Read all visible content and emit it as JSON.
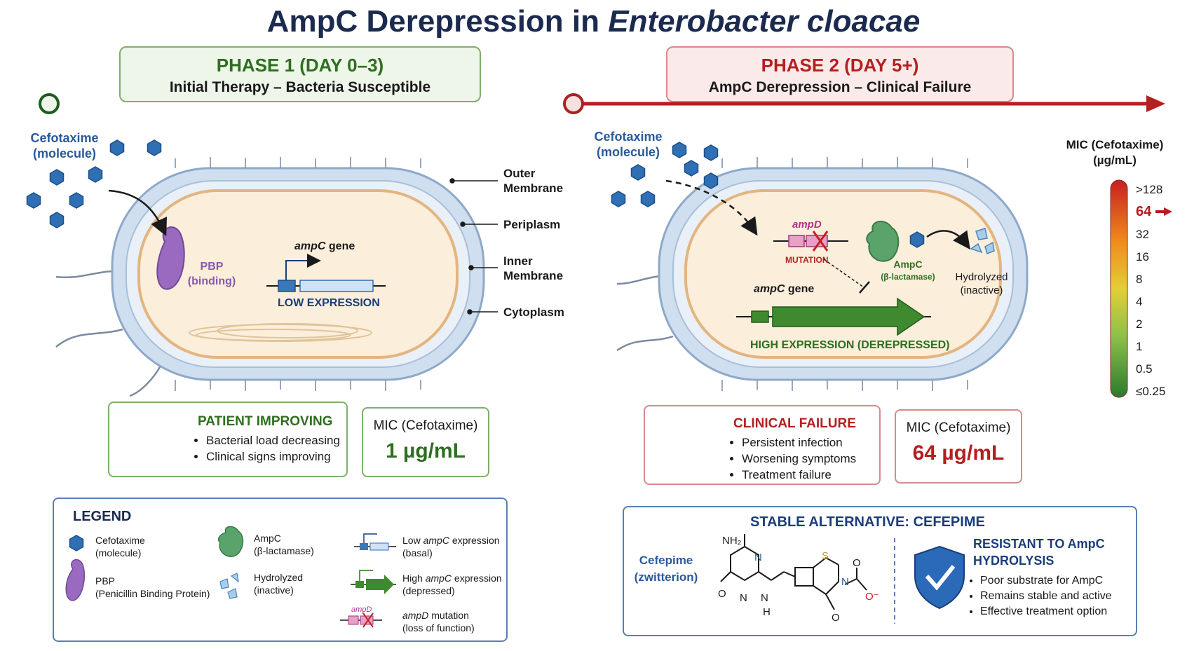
{
  "title": {
    "prefix": "AmpC Derepression in ",
    "organism": "Enterobacter cloacae"
  },
  "phase1": {
    "heading": "PHASE 1 (DAY 0–3)",
    "subtitle": "Initial Therapy – Bacteria Susceptible"
  },
  "phase2": {
    "heading": "PHASE 2 (DAY 5+)",
    "subtitle": "AmpC Derepression – Clinical Failure"
  },
  "left_cell": {
    "drug_label_1": "Cefotaxime",
    "drug_label_2": "(molecule)",
    "pbp_1": "PBP",
    "pbp_2": "(binding)",
    "gene_italic": "ampC",
    "gene_rest": " gene",
    "expression": "LOW EXPRESSION",
    "layers": [
      "Outer",
      "Membrane",
      "Periplasm",
      "Inner",
      "Membrane",
      "Cytoplasm"
    ]
  },
  "right_cell": {
    "drug_label_1": "Cefotaxime",
    "drug_label_2": "(molecule)",
    "ampd": "ampD",
    "mutation": "MUTATION",
    "ampc_1": "AmpC",
    "ampc_2": "(β-lactamase)",
    "hydro_1": "Hydrolyzed",
    "hydro_2": "(inactive)",
    "gene_italic": "ampC",
    "gene_rest": " gene",
    "expression": "HIGH EXPRESSION (DEREPRESSED)"
  },
  "patient_improving": {
    "title": "PATIENT IMPROVING",
    "bullets": [
      "Bacterial load decreasing",
      "Clinical signs improving"
    ]
  },
  "mic_left": {
    "label": "MIC (Cefotaxime)",
    "value": "1 µg/mL"
  },
  "clinical_failure": {
    "title": "CLINICAL FAILURE",
    "bullets": [
      "Persistent infection",
      "Worsening symptoms",
      "Treatment failure"
    ]
  },
  "mic_right": {
    "label": "MIC (Cefotaxime)",
    "value": "64 µg/mL"
  },
  "mic_scale": {
    "title_1": "MIC (Cefotaxime)",
    "title_2": "(µg/mL)",
    "ticks": [
      ">128",
      "64",
      "32",
      "16",
      "8",
      "4",
      "2",
      "1",
      "0.5",
      "≤0.25"
    ],
    "highlight": "64",
    "colors": {
      "top": "#c62020",
      "mid_high": "#f08a1c",
      "mid": "#e3cf35",
      "mid_low": "#8cc04a",
      "bottom": "#2b7a2b"
    }
  },
  "legend": {
    "title": "LEGEND",
    "cefotaxime_1": "Cefotaxime",
    "cefotaxime_2": "(molecule)",
    "ampc_1": "AmpC",
    "ampc_2": "(β-lactamase)",
    "low_1a": "Low ",
    "low_1b": "ampC",
    "low_1c": " expression",
    "low_2": "(basal)",
    "pbp_1": "PBP",
    "pbp_2": "(Penicillin Binding Protein)",
    "hyd_1": "Hydrolyzed",
    "hyd_2": "(inactive)",
    "high_1a": "High ",
    "high_1b": "ampC",
    "high_1c": " expression",
    "high_2": "(depressed)",
    "ampd_icon_label": "ampD",
    "ampd_1a": "ampD",
    "ampd_1b": " mutation",
    "ampd_2": "(loss of function)"
  },
  "alternative": {
    "title": "STABLE ALTERNATIVE: CEFEPIME",
    "drug_1": "Cefepime",
    "drug_2": "(zwitterion)",
    "resist_1": "RESISTANT TO AmpC",
    "resist_2": "HYDROLYSIS",
    "bullets": [
      "Poor substrate for AmpC",
      "Remains stable and active",
      "Effective treatment option"
    ]
  },
  "colors": {
    "navy": "#1b2a4e",
    "green": "#2e6e1f",
    "red": "#b51f1f",
    "blue": "#2a5a98",
    "purple": "#8a5aa8",
    "ampc_green": "#5aa36a"
  }
}
